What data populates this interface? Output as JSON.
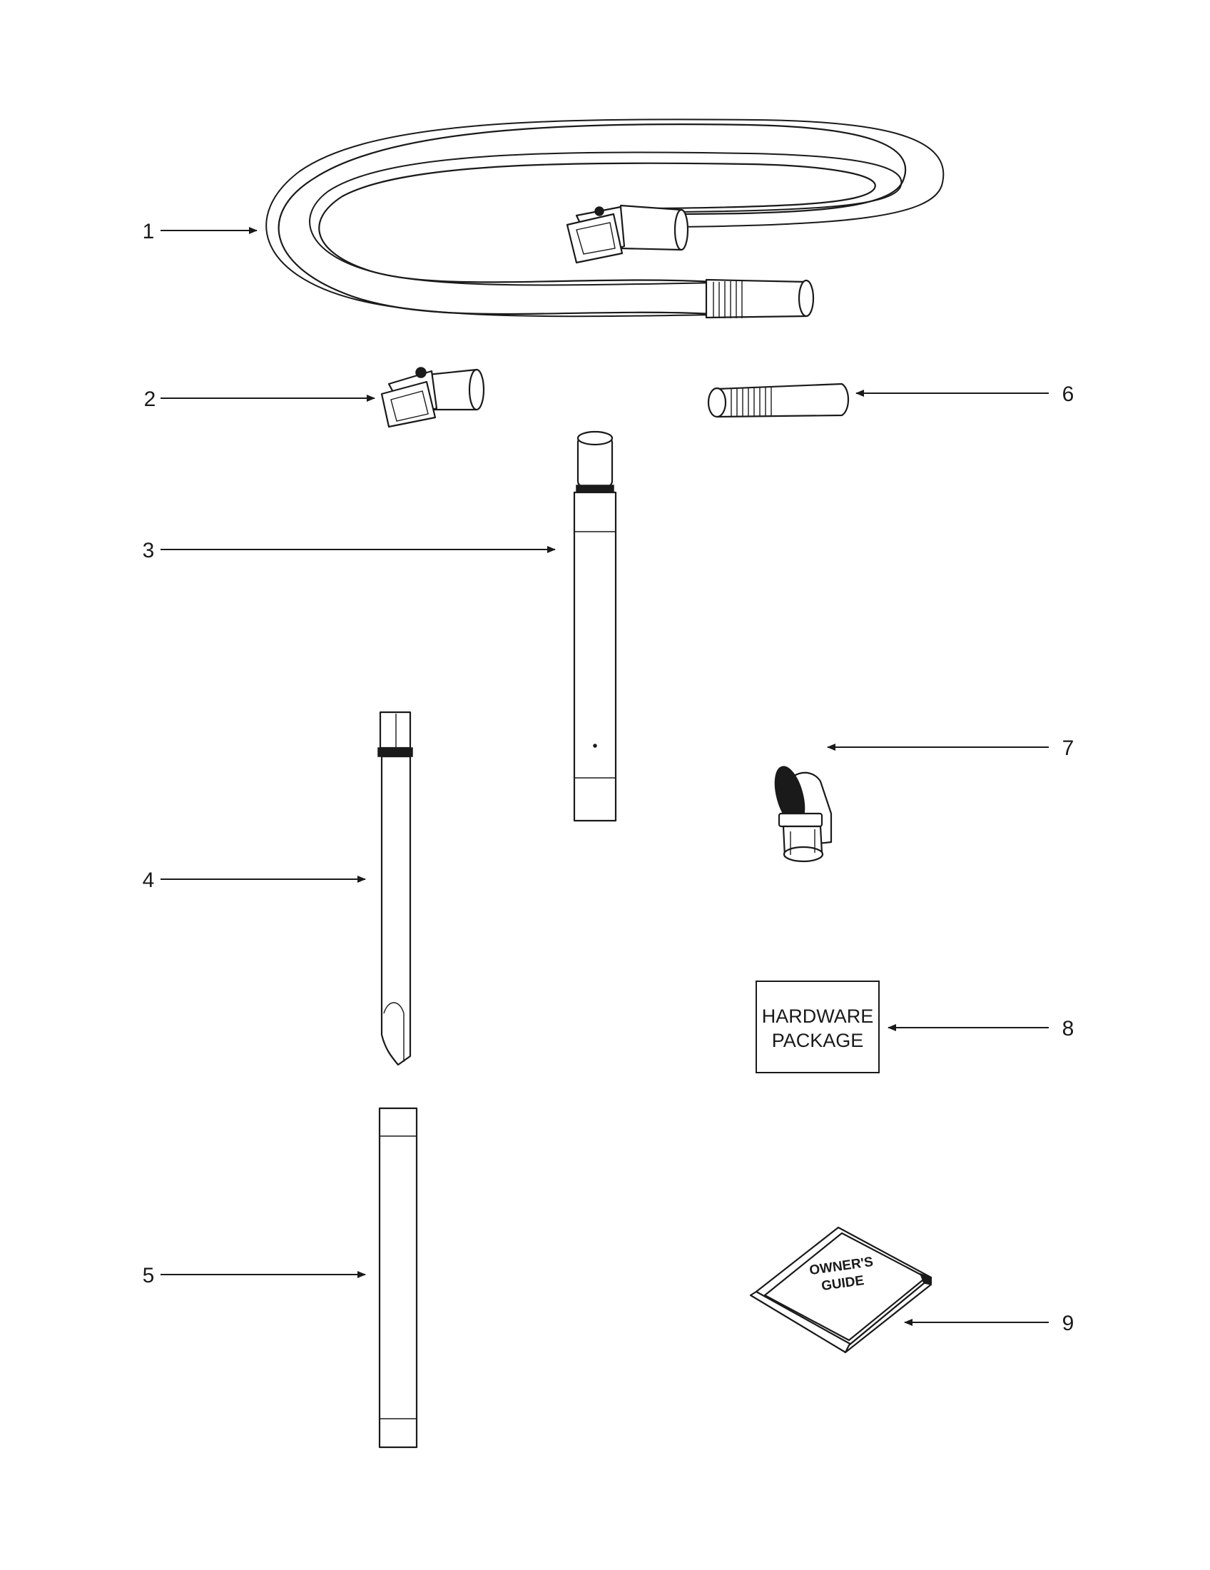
{
  "callouts": [
    {
      "num": "1",
      "part": "hose"
    },
    {
      "num": "2",
      "part": "hose-handle"
    },
    {
      "num": "3",
      "part": "wand-upper"
    },
    {
      "num": "4",
      "part": "crevice-tool"
    },
    {
      "num": "5",
      "part": "wand-lower"
    },
    {
      "num": "6",
      "part": "hose-cuff"
    },
    {
      "num": "7",
      "part": "dusting-brush"
    },
    {
      "num": "8",
      "part": "hardware-package"
    },
    {
      "num": "9",
      "part": "owners-guide"
    }
  ],
  "hardware_package": {
    "line1": "HARDWARE",
    "line2": "PACKAGE"
  },
  "owners_guide": {
    "line1": "OWNER'S",
    "line2": "GUIDE"
  }
}
